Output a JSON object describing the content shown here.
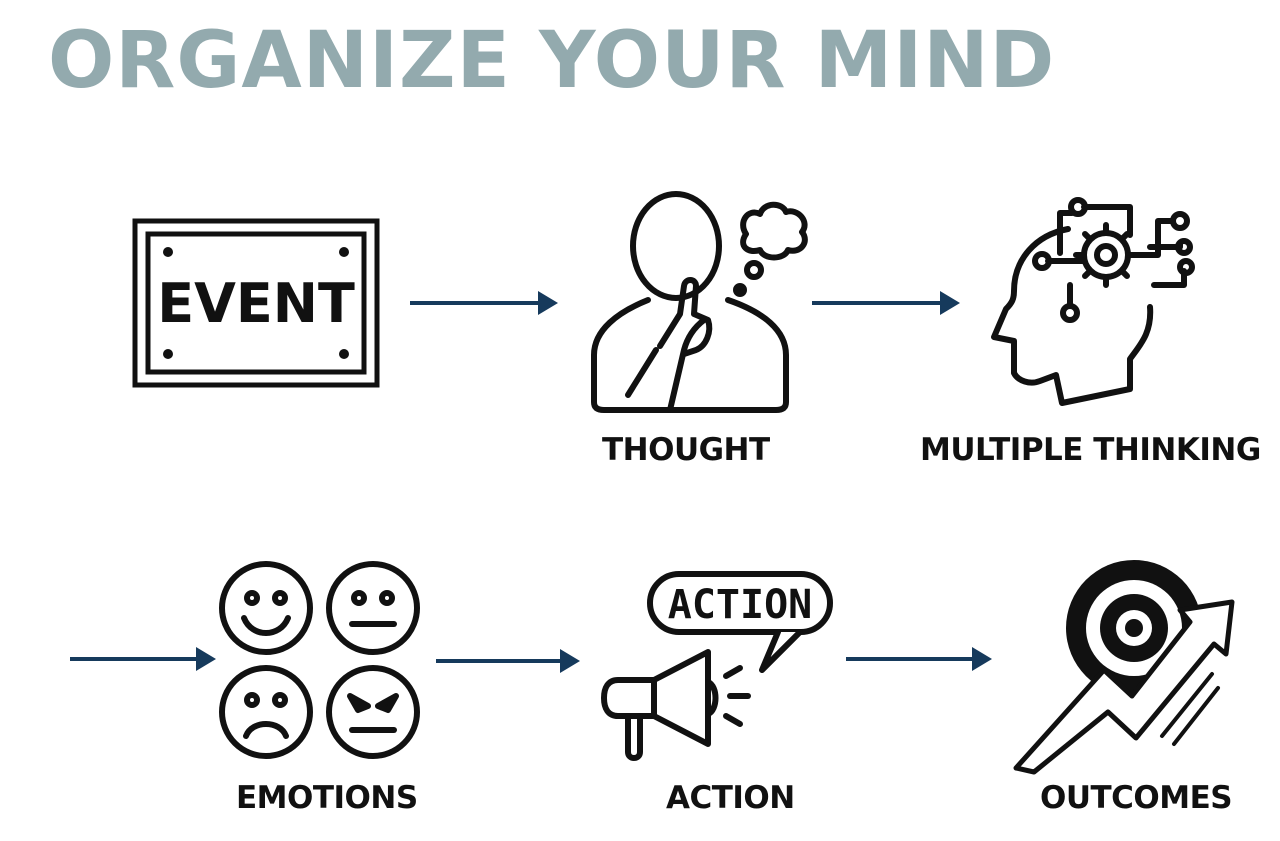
{
  "title": "ORGANIZE YOUR MIND",
  "colors": {
    "title": "#93aaae",
    "arrow": "#163a5c",
    "ink": "#111111"
  },
  "steps": [
    {
      "label": "",
      "icon": "event-sign-icon",
      "sign_text": "EVENT"
    },
    {
      "label": "THOUGHT",
      "icon": "thinking-person-icon"
    },
    {
      "label": "MULTIPLE THINKING",
      "icon": "head-gear-circuit-icon"
    },
    {
      "label": "EMOTIONS",
      "icon": "emotion-faces-icon"
    },
    {
      "label": "ACTION",
      "icon": "megaphone-icon",
      "bubble_text": "ACTION"
    },
    {
      "label": "OUTCOMES",
      "icon": "target-growth-arrow-icon"
    }
  ]
}
